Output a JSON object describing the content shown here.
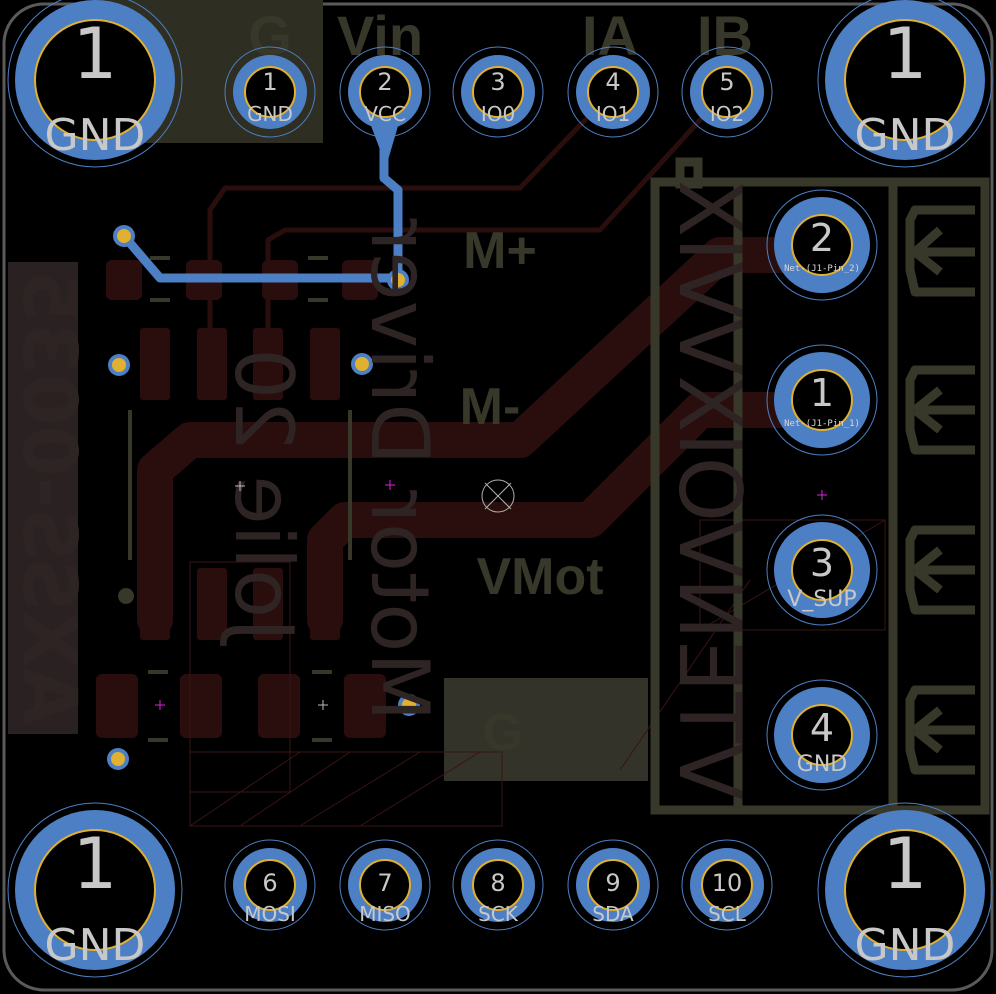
{
  "board": {
    "colors": {
      "background": "#000000",
      "pad": "#4d7fc4",
      "drill": "#e0b030",
      "copper_back": "#2a0e0e",
      "silk": "#37372a",
      "back_silk": "#2e2424",
      "edge": "#5a5a5a"
    },
    "mounting_holes": [
      {
        "number": "1",
        "net": "GND"
      },
      {
        "number": "1",
        "net": "GND"
      },
      {
        "number": "1",
        "net": "GND"
      },
      {
        "number": "1",
        "net": "GND"
      }
    ],
    "top_header": [
      {
        "number": "1",
        "net": "GND"
      },
      {
        "number": "2",
        "net": "VCC"
      },
      {
        "number": "3",
        "net": "IO0"
      },
      {
        "number": "4",
        "net": "IO1"
      },
      {
        "number": "5",
        "net": "IO2"
      }
    ],
    "bottom_header": [
      {
        "number": "6",
        "net": "MOSI"
      },
      {
        "number": "7",
        "net": "MISO"
      },
      {
        "number": "8",
        "net": "SCK"
      },
      {
        "number": "9",
        "net": "SDA"
      },
      {
        "number": "10",
        "net": "SCL"
      }
    ],
    "terminal": [
      {
        "number": "2",
        "net": "Net-(J1-Pin_2)"
      },
      {
        "number": "1",
        "net": "Net-(J1-Pin_1)"
      },
      {
        "number": "3",
        "net": "V_SUP"
      },
      {
        "number": "4",
        "net": "GND"
      }
    ],
    "silk_labels": {
      "g_top": "G",
      "vin": "Vin",
      "ia": "IA",
      "ib": "IB",
      "m_plus": "M+",
      "m_minus": "M-",
      "vmot": "VMot",
      "g_bottom": "G"
    },
    "back_silk_labels": {
      "part_number": "AXSS-0035",
      "title": "Motor Driver",
      "author": "Jolie 20",
      "brand": "VTENVOIXVVIX"
    }
  }
}
